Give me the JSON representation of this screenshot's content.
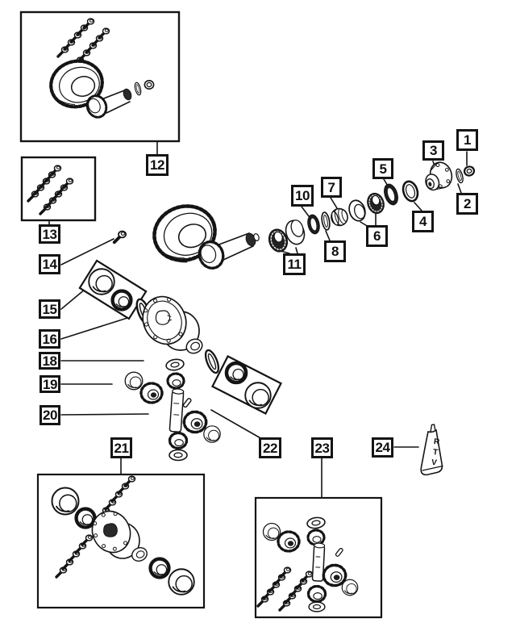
{
  "callouts": {
    "n1": "1",
    "n2": "2",
    "n3": "3",
    "n4": "4",
    "n5": "5",
    "n6": "6",
    "n7": "7",
    "n8": "8",
    "n10": "10",
    "n11": "11",
    "n12": "12",
    "n13": "13",
    "n14": "14",
    "n15": "15",
    "n16": "16",
    "n18": "18",
    "n19": "19",
    "n20": "20",
    "n21": "21",
    "n22": "22",
    "n23": "23",
    "n24": "24"
  },
  "rtv": {
    "label": "RTV"
  },
  "colors": {
    "ink": "#141414",
    "paper": "#ffffff"
  }
}
